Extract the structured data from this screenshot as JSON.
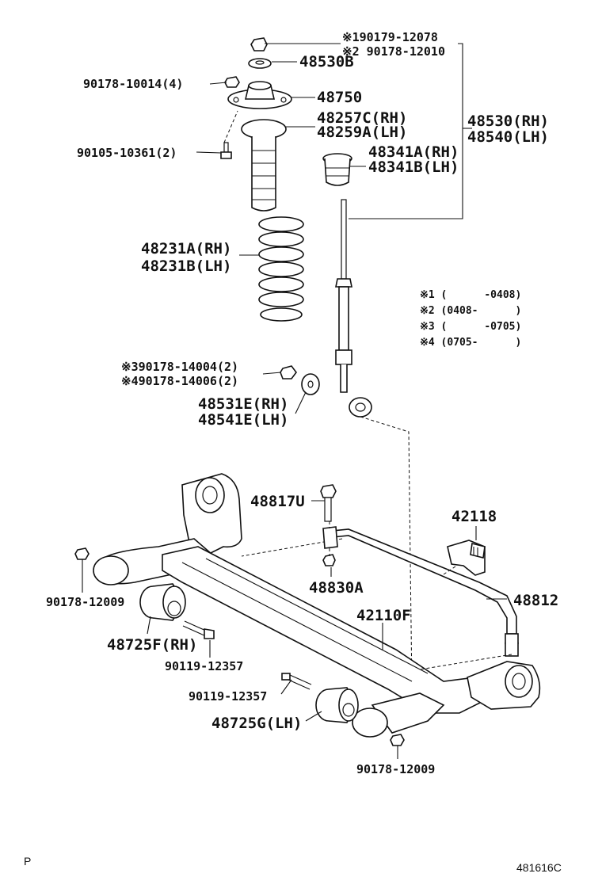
{
  "labels": {
    "p90179_12078": "※190179-12078",
    "p90178_12010": "※2 90178-12010",
    "p48530B": "48530B",
    "p90178_10014": "90178-10014(4)",
    "p48750": "48750",
    "p48257C": "48257C(RH)",
    "p48259A": "48259A(LH)",
    "p48530": "48530(RH)",
    "p48540": "48540(LH)",
    "p90105_10361": "90105-10361(2)",
    "p48341A": "48341A(RH)",
    "p48341B": "48341B(LH)",
    "p48231A": "48231A(RH)",
    "p48231B": "48231B(LH)",
    "p90178_14004": "※390178-14004(2)",
    "p90178_14006": "※490178-14006(2)",
    "p48531E": "48531E(RH)",
    "p48541E": "48541E(LH)",
    "p48817U": "48817U",
    "p42118": "42118",
    "p48830A": "48830A",
    "p48812": "48812",
    "p90178_12009_left": "90178-12009",
    "p42110F": "42110F",
    "p48725F": "48725F(RH)",
    "p90119_12357_a": "90119-12357",
    "p90119_12357_b": "90119-12357",
    "p48725G": "48725G(LH)",
    "p90178_12009_bottom": "90178-12009"
  },
  "notes": {
    "n1": "※1 (      -0408)",
    "n2": "※2 (0408-      )",
    "n3": "※3 (      -0705)",
    "n4": "※4 (0705-      )"
  },
  "footer": {
    "letter": "P",
    "code": "481616C"
  }
}
